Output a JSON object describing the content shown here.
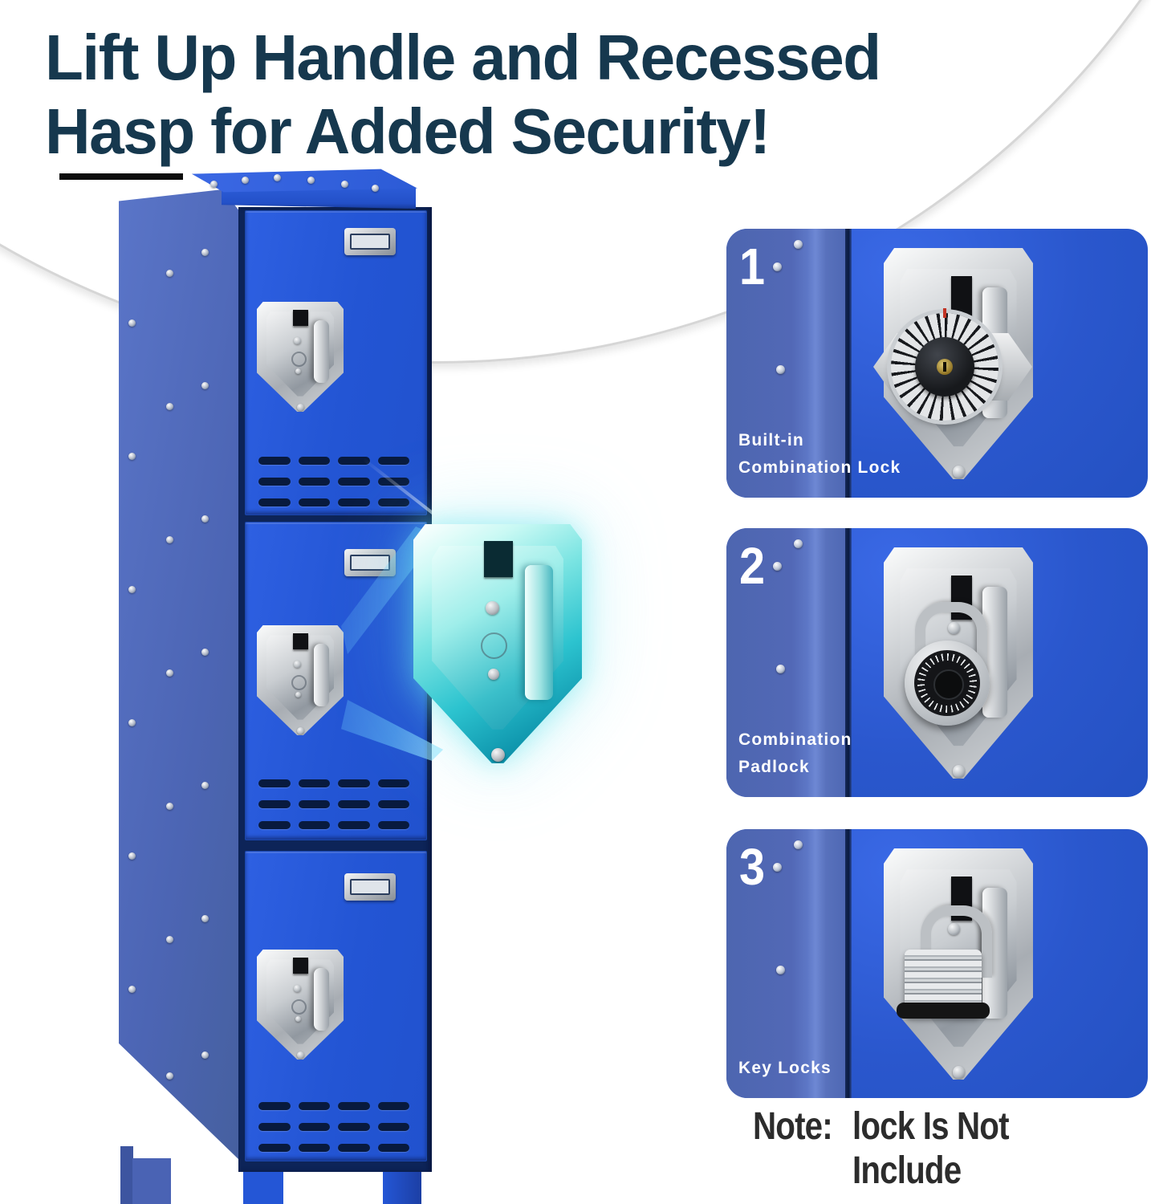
{
  "title": {
    "line1": "Lift Up Handle and Recessed",
    "line2": "Hasp for Added Security!"
  },
  "note": {
    "label": "Note:",
    "text": "lock Is Not Include"
  },
  "panels": [
    {
      "number": "1",
      "label_line1": "Built-in",
      "label_line2": "Combination Lock",
      "lock_icon": "built-in-combination-dial-lock-icon"
    },
    {
      "number": "2",
      "label_line1": "Combination",
      "label_line2": "Padlock",
      "lock_icon": "combination-padlock-icon"
    },
    {
      "number": "3",
      "label_line1": "Key Locks",
      "label_line2": "",
      "lock_icon": "laminated-key-padlock-icon"
    }
  ],
  "colors": {
    "locker_front": "#2458d8",
    "locker_side": "#5069bd",
    "panel_left_strip": "#4f68b4",
    "panel_right": "#2a57cd",
    "title_text": "#16384e",
    "accent_teal": "#17b3c4",
    "note_text": "#2c2c2c"
  }
}
